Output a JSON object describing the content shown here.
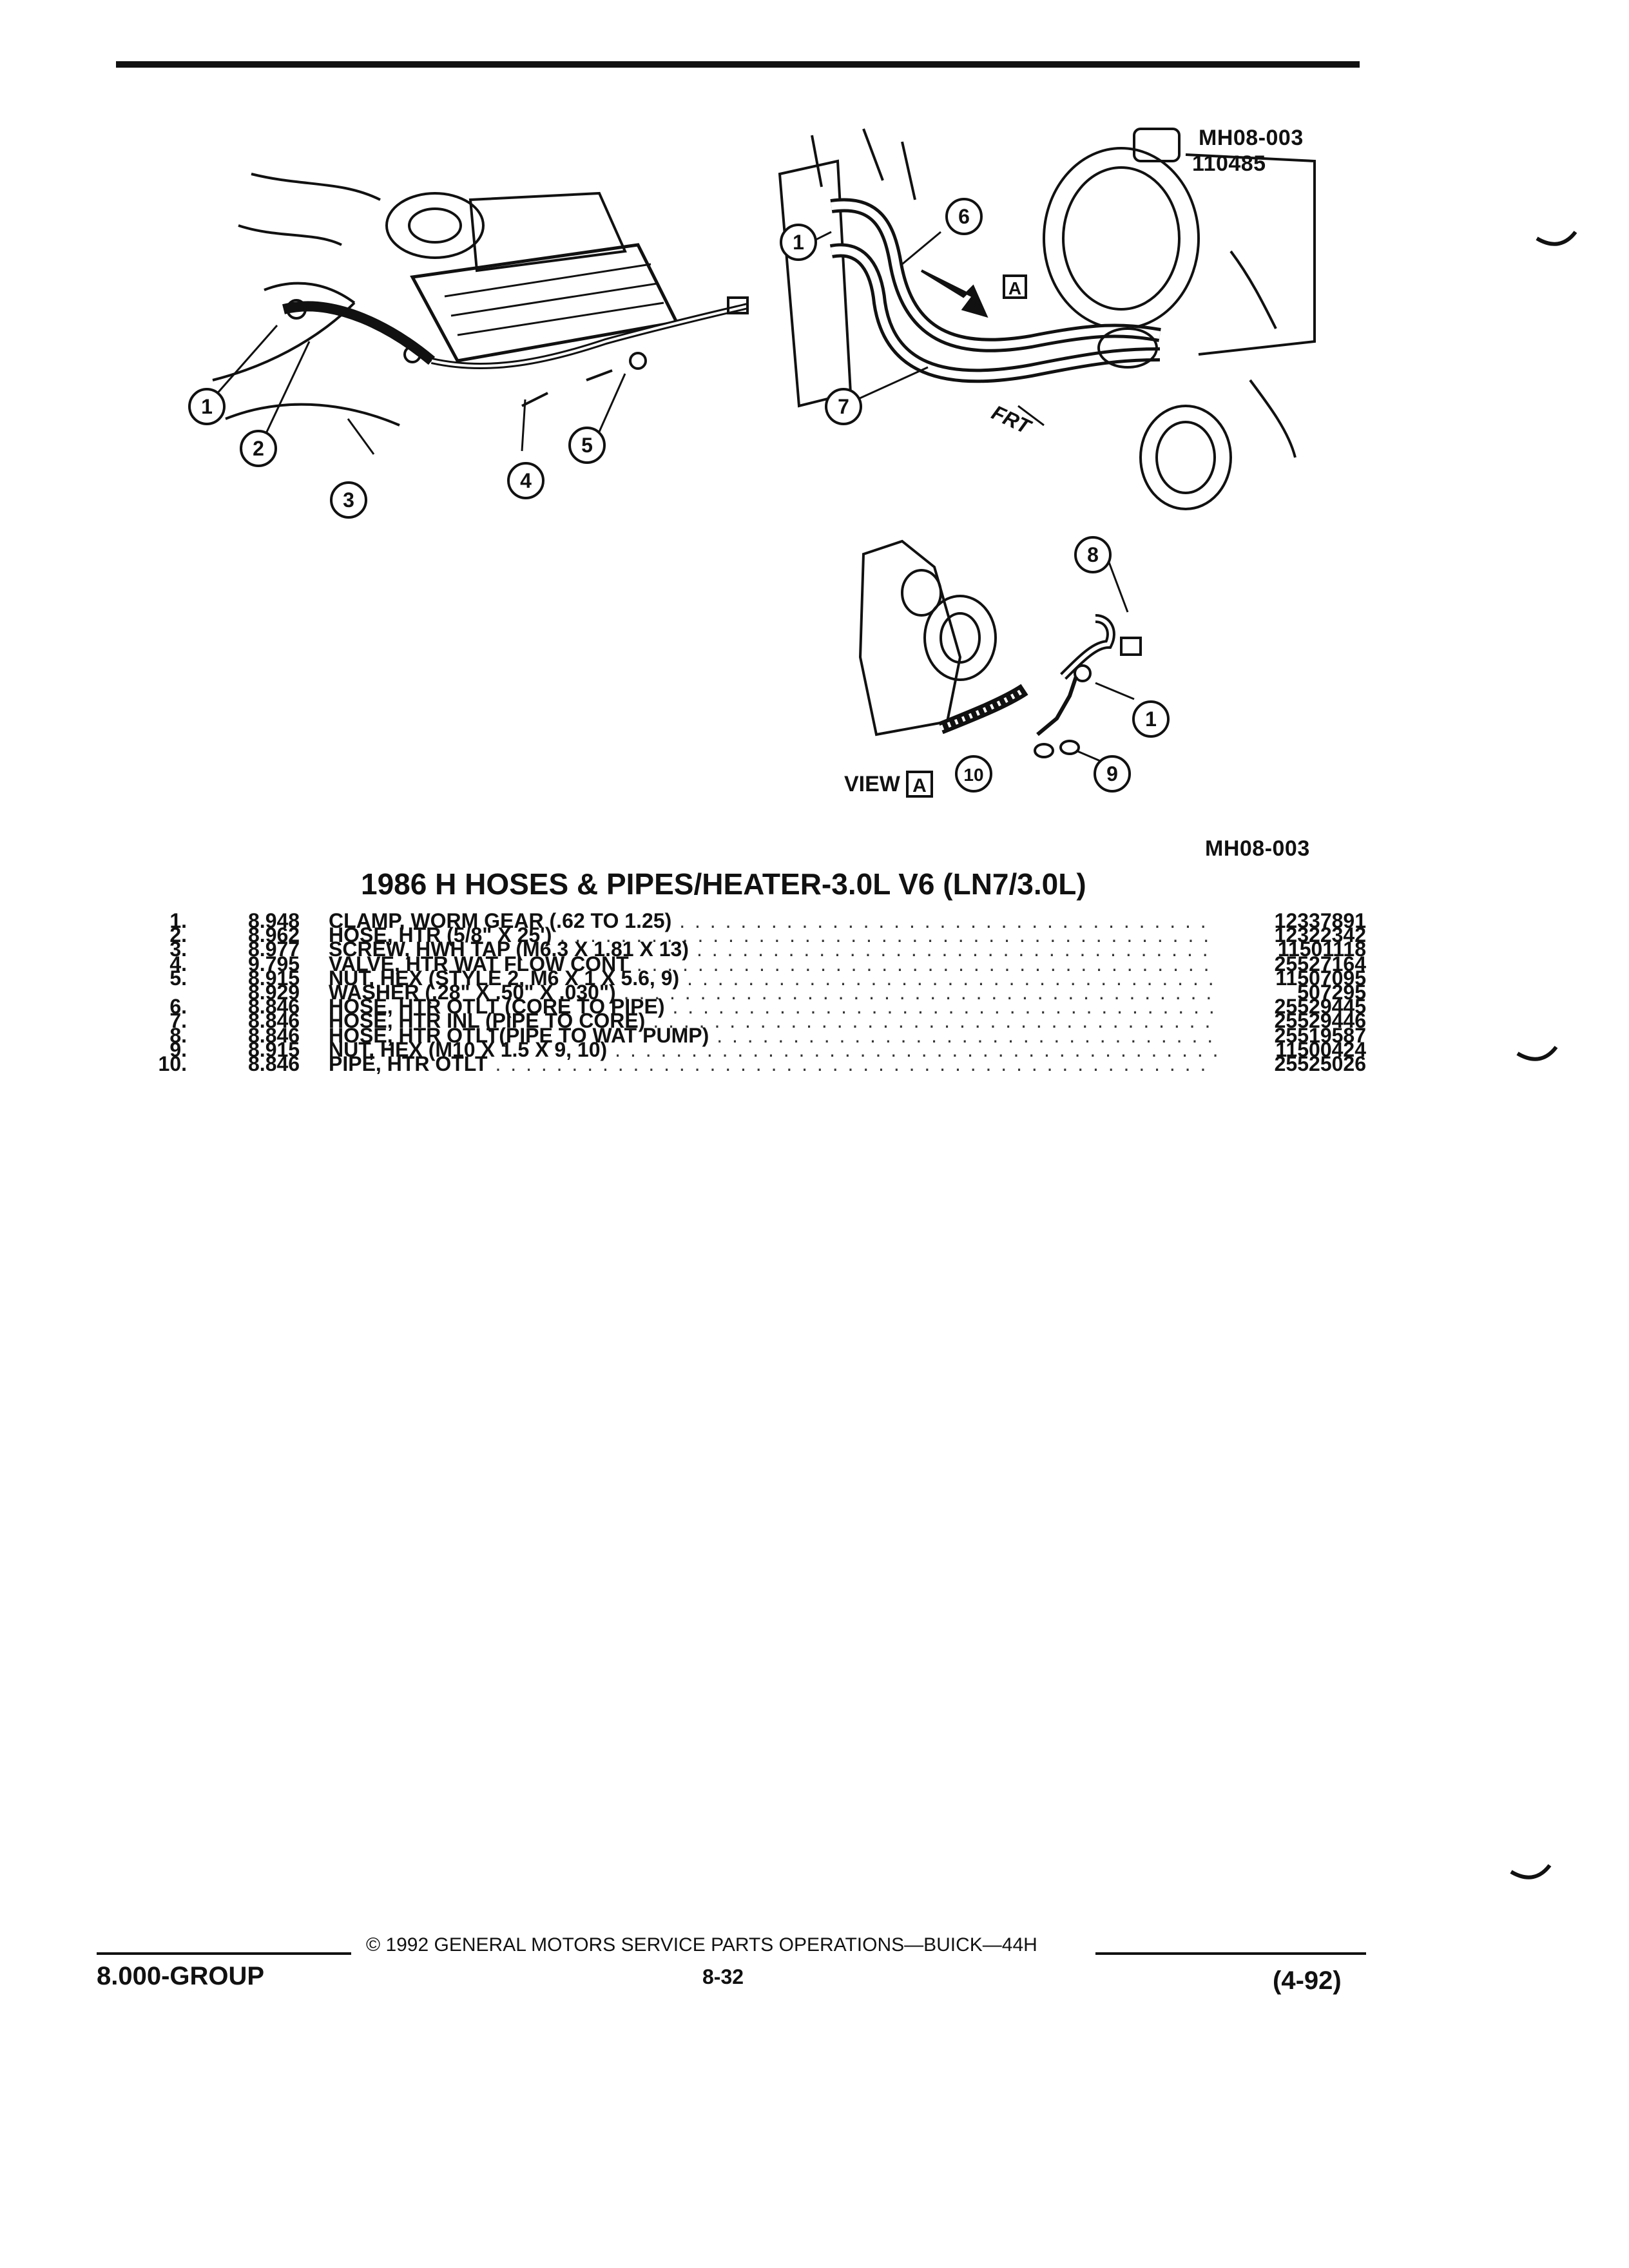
{
  "figure": {
    "ref_code_top": "MH08-003",
    "ref_number_top": "110485",
    "ref_code_bottom": "MH08-003",
    "callouts_left": [
      "1",
      "2",
      "3",
      "4",
      "5"
    ],
    "callouts_right": [
      "1",
      "6",
      "7"
    ],
    "callouts_view": [
      "8",
      "1",
      "10",
      "9"
    ],
    "label_view": "VIEW",
    "label_view_letter": "A",
    "label_arrow_letter": "A",
    "label_front": "FRT"
  },
  "title": "1986 H HOSES & PIPES/HEATER-3.0L V6 (LN7/3.0L)",
  "parts": [
    {
      "index": "1.",
      "cat": "8.948",
      "name": "CLAMP",
      "spec": ", WORM GEAR (.62 TO 1.25)",
      "pn": "12337891"
    },
    {
      "index": "2.",
      "cat": "8.962",
      "name": "HOSE",
      "spec": ", HTR (5/8\" X 25')",
      "pn": "12322342"
    },
    {
      "index": "3.",
      "cat": "8.977",
      "name": "SCREW",
      "spec": ", HWH TAP (M6.3 X 1.81 X 13)",
      "pn": "11501118"
    },
    {
      "index": "4.",
      "cat": "9.795",
      "name": "VALVE",
      "spec": ", HTR WAT FLOW CONT",
      "pn": "25527164"
    },
    {
      "index": "5.",
      "cat": "8.915",
      "name": "NUT",
      "spec": ", HEX (STYLE 2, M6 X 1 X 5.6, 9)",
      "pn": "11507095"
    },
    {
      "index": "",
      "cat": "8.929",
      "name": "WASHER",
      "spec": " (.28\" X .50\" X .030\")",
      "pn": "507295"
    },
    {
      "index": "6.",
      "cat": "8.846",
      "name": "HOSE",
      "spec": ", HTR OTLT (CORE TO PIPE)",
      "pn": "25529445"
    },
    {
      "index": "7.",
      "cat": "8.846",
      "name": "HOSE",
      "spec": ", HTR INL (PIPE TO CORE)",
      "pn": "25529446"
    },
    {
      "index": "8.",
      "cat": "8.846",
      "name": "HOSE",
      "spec": ", HTR OTLT(PIPE TO WAT PUMP)",
      "pn": "25519587"
    },
    {
      "index": "9.",
      "cat": "8.915",
      "name": "NUT",
      "spec": ", HEX (M10 X 1.5 X 9, 10)",
      "pn": "11500424"
    },
    {
      "index": "10.",
      "cat": "8.846",
      "name": "PIPE",
      "spec": ", HTR OTLT",
      "pn": "25525026"
    }
  ],
  "footer": {
    "copyright": "© 1992 GENERAL MOTORS SERVICE PARTS OPERATIONS—BUICK—44H",
    "group": "8.000-GROUP",
    "page": "8-32",
    "date": "(4-92)"
  }
}
